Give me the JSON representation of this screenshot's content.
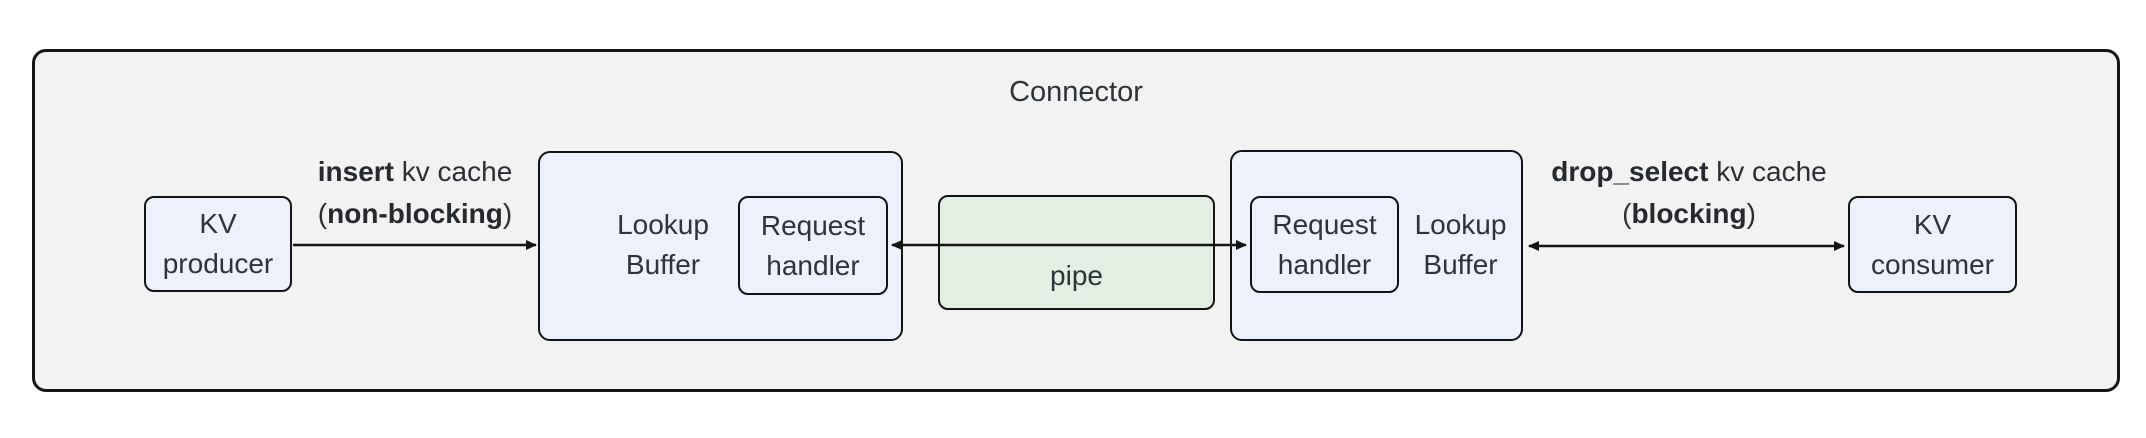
{
  "diagram": {
    "title": "Connector",
    "nodes": {
      "kv_producer": {
        "line1": "KV",
        "line2": "producer"
      },
      "lookup_buffer_left": {
        "line1": "Lookup",
        "line2": "Buffer"
      },
      "request_handler_left": {
        "line1": "Request",
        "line2": "handler"
      },
      "pipe": {
        "label": "pipe"
      },
      "request_handler_right": {
        "line1": "Request",
        "line2": "handler"
      },
      "lookup_buffer_right": {
        "line1": "Lookup",
        "line2": "Buffer"
      },
      "kv_consumer": {
        "line1": "KV",
        "line2": "consumer"
      }
    },
    "edges": {
      "insert": {
        "line1_bold": "insert",
        "line1_rest": " kv cache",
        "line2_pre": "(",
        "line2_bold": "non-blocking",
        "line2_post": ")"
      },
      "drop_select": {
        "line1_bold": "drop_select",
        "line1_rest": " kv cache",
        "line2_pre": "(",
        "line2_bold": "blocking",
        "line2_post": ")"
      }
    },
    "colors": {
      "container_fill": "#f2f2f3",
      "node_fill": "#edf1fb",
      "pipe_fill": "#e2efe2",
      "border": "#141414",
      "text": "#2e3338"
    }
  }
}
